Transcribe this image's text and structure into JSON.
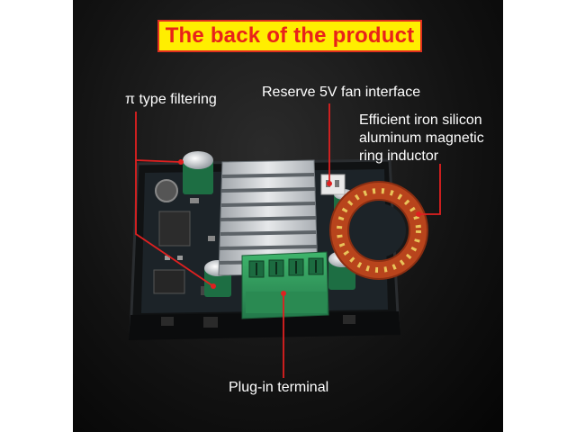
{
  "title": "The back of the product",
  "labels": {
    "pi_filter": "π type filtering",
    "fan_interface": "Reserve 5V fan interface",
    "inductor_line1": "Efficient iron silicon",
    "inductor_line2": "aluminum magnetic",
    "inductor_line3": "ring inductor",
    "terminal": "Plug-in terminal"
  },
  "colors": {
    "title_background": "#ffee00",
    "title_text": "#e8221a",
    "title_border": "#e03020",
    "callout_line": "#e02020",
    "label_text": "#ffffff",
    "terminal_green": "#2f9a58",
    "pcb_dark": "#1c2328"
  }
}
